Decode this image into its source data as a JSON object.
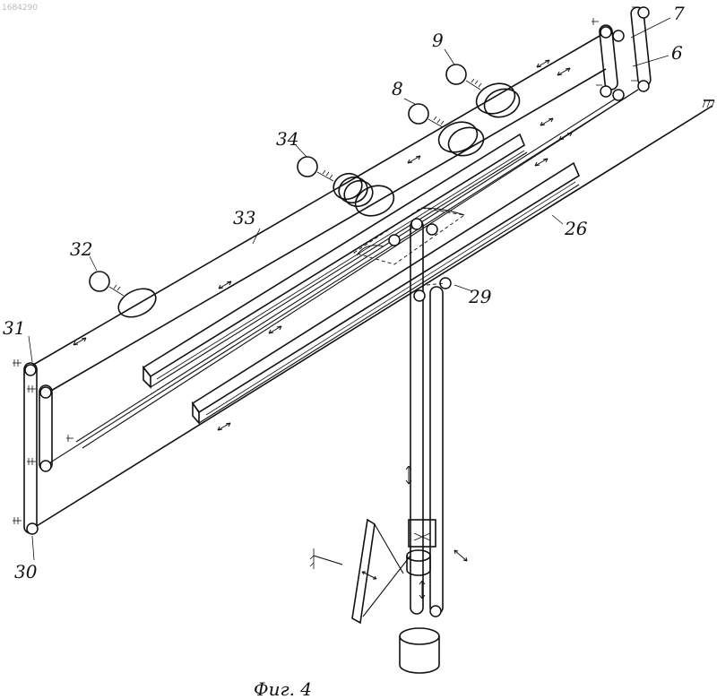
{
  "watermark": "1684290",
  "caption": "Фиг. 4",
  "labels": {
    "l7": "7",
    "l6": "6",
    "l9": "9",
    "l8": "8",
    "l34": "34",
    "l33": "33",
    "l26": "26",
    "l32": "32",
    "l29": "29",
    "l31": "31",
    "l30": "30"
  }
}
